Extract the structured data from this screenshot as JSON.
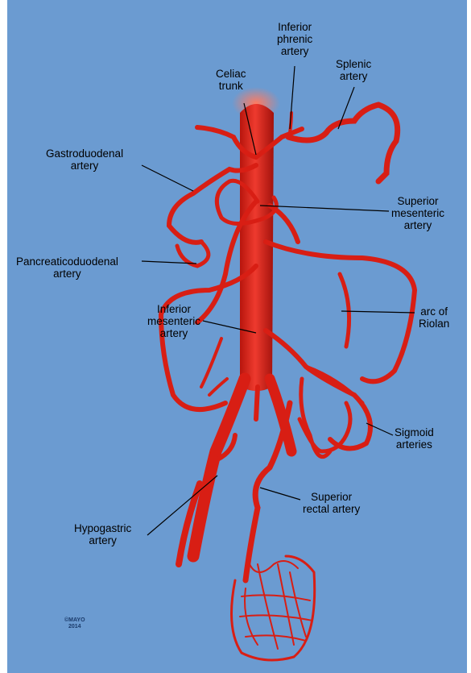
{
  "labels": {
    "inferior_phrenic": [
      "Inferior",
      "phrenic",
      "artery"
    ],
    "celiac_trunk": [
      "Celiac",
      "trunk"
    ],
    "splenic": [
      "Splenic",
      "artery"
    ],
    "gastroduodenal": [
      "Gastroduodenal",
      "artery"
    ],
    "superior_mesenteric": [
      "Superior",
      "mesenteric",
      "artery"
    ],
    "pancreaticoduodenal": [
      "Pancreaticoduodenal",
      "artery"
    ],
    "arc_of_riolan": [
      "arc of",
      "Riolan"
    ],
    "inferior_mesenteric": [
      "Inferior",
      "mesenteric",
      "artery"
    ],
    "sigmoid": [
      "Sigmoid",
      "arteries"
    ],
    "hypogastric": [
      "Hypogastric",
      "artery"
    ],
    "superior_rectal": [
      "Superior",
      "rectal artery"
    ]
  },
  "copyright": [
    "©MAYO",
    "2014"
  ],
  "colors": {
    "background": "#6b9bd1",
    "artery": "#d81e14",
    "artery_dark": "#a3120c",
    "artery_highlight": "#f0574a",
    "leader_line": "#000000"
  }
}
